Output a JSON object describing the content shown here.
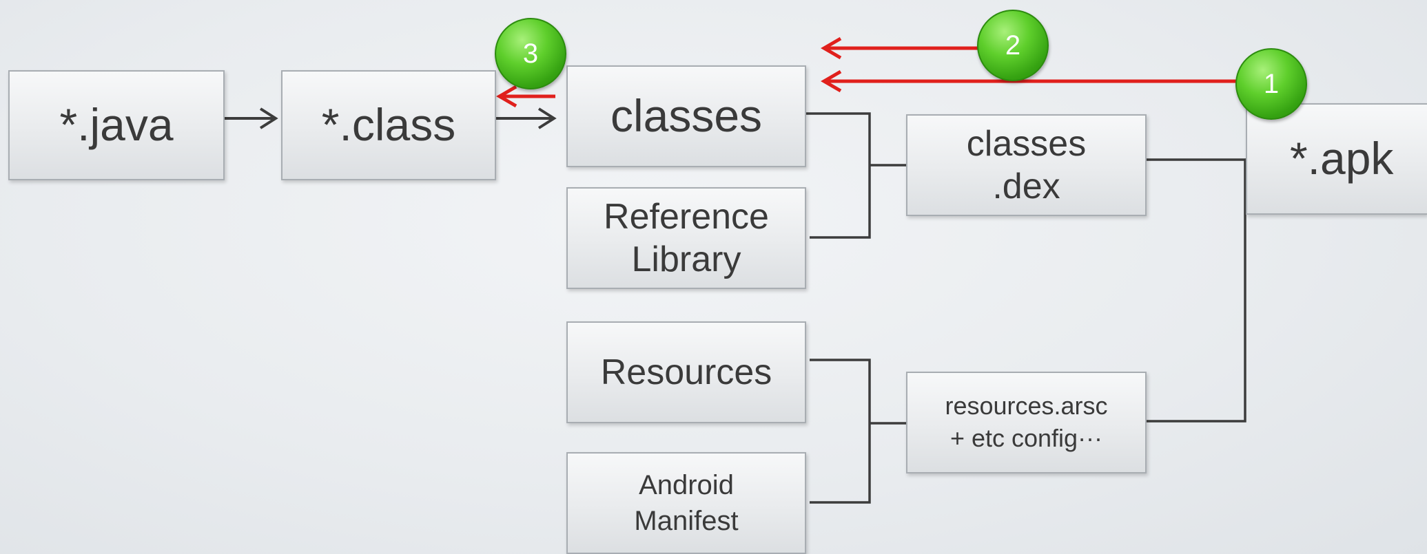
{
  "nodes": {
    "java": "*.java",
    "class": "*.class",
    "classes": "classes",
    "reference_library": [
      "Reference",
      "Library"
    ],
    "resources": "Resources",
    "android_manifest": [
      "Android",
      "Manifest"
    ],
    "classes_dex": [
      "classes",
      ".dex"
    ],
    "resources_arsc": [
      "resources.arsc",
      "+ etc config···"
    ],
    "apk": "*.apk"
  },
  "badges": {
    "step1": "1",
    "step2": "2",
    "step3": "3"
  },
  "colors": {
    "box_border": "#a8adb2",
    "connector": "#3c3c3c",
    "reverse_arrow": "#e0201c",
    "badge_green": "#3fb51a"
  }
}
